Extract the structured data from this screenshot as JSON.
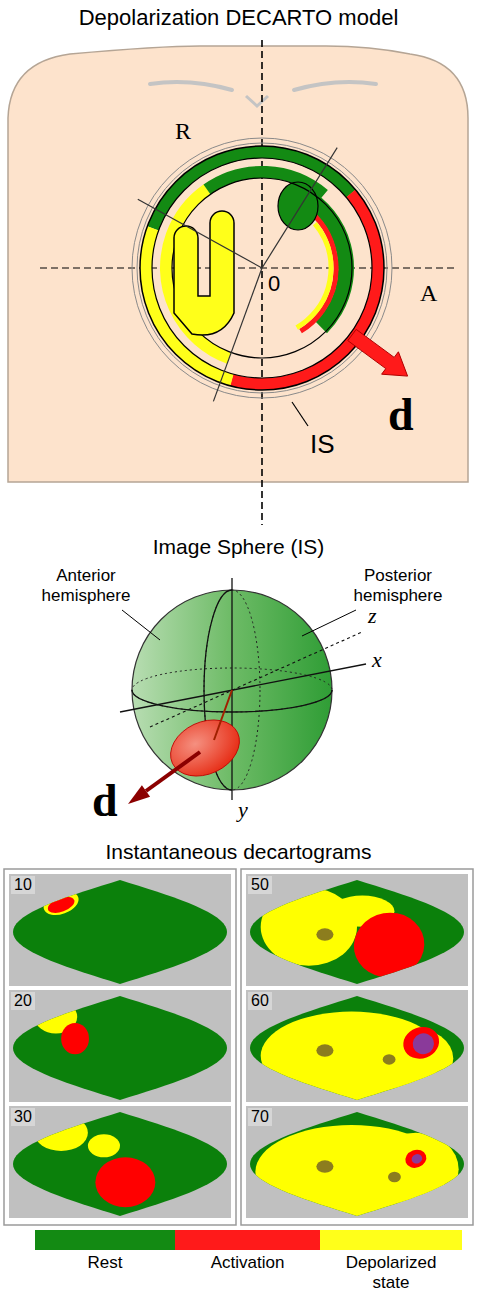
{
  "diagram": {
    "title": "Depolarization DECARTO model",
    "nodes": [
      {
        "text": [
          "10"
        ]
      },
      {
        "text": [
          "20"
        ]
      },
      {
        "text": [
          "30"
        ]
      },
      {
        "text": [
          "50"
        ]
      },
      {
        "text": [
          "60"
        ]
      },
      {
        "text": [
          "70"
        ]
      }
    ],
    "labels": [
      "R",
      "0",
      "A",
      "d",
      "IS",
      "Image Sphere (IS)",
      "Anterior hemisphere",
      "Posterior hemisphere",
      "z",
      "x",
      "d",
      "y",
      "Instantaneous decartograms"
    ],
    "legend": [
      {
        "text": "Rest",
        "color": "#138a13"
      },
      {
        "text": "Activation",
        "color": "#ff1a1a"
      },
      {
        "text": "Depolarized state",
        "color": "#ffff1a"
      }
    ]
  }
}
